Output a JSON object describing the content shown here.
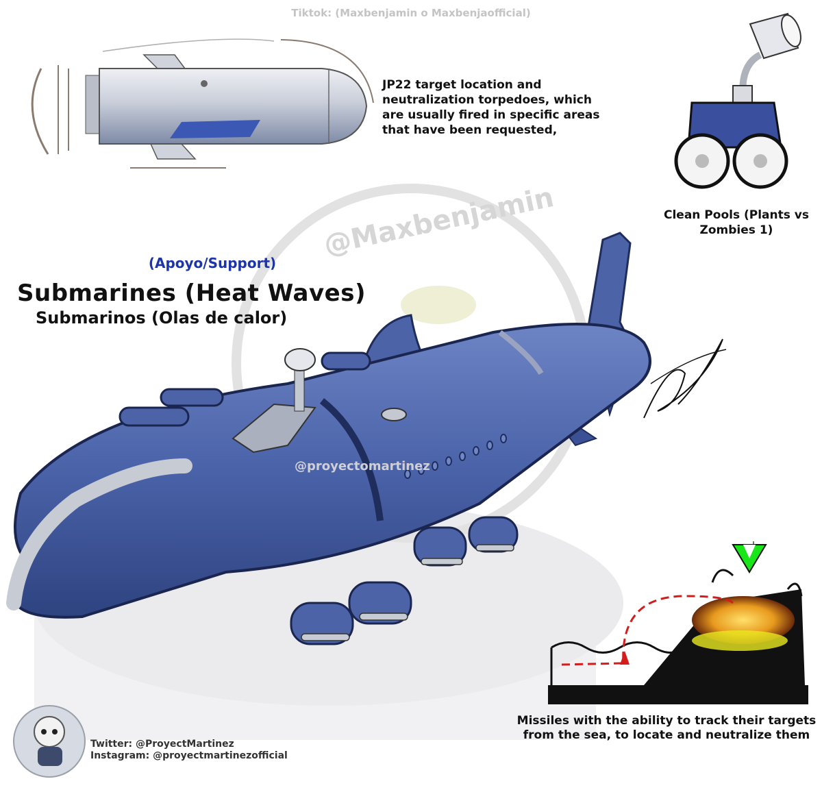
{
  "header": {
    "credit": "Tiktok: (Maxbenjamin o Maxbenjaofficial)"
  },
  "watermarks": {
    "main": "@Maxbenjamin",
    "secondary": "@proyectomartinez"
  },
  "torpedo": {
    "description": "JP22 target location and neutralization torpedoes, which are usually fired in specific areas that have been requested,"
  },
  "pool_cleaner": {
    "caption": "Clean Pools (Plants vs Zombies 1)"
  },
  "titles": {
    "role": "(Apoyo/Support)",
    "english": "Submarines (Heat Waves)",
    "spanish": "Submarinos (Olas de calor)"
  },
  "missile": {
    "caption": "Missiles with the ability to track their targets from the sea, to locate and neutralize them"
  },
  "socials": {
    "twitter": "Twitter: @ProyectMartinez",
    "instagram": "Instagram: @proyectmartinezofficial"
  },
  "colors": {
    "sub_body": "#4a62a8",
    "sub_dark": "#2e4380",
    "role_text": "#1d35a8",
    "target_marker": "#19e619",
    "explosion": "#e89a1e",
    "trajectory": "#d41c1c"
  },
  "icons": [
    "avatar-icon",
    "signature-icon",
    "target-marker-icon"
  ]
}
